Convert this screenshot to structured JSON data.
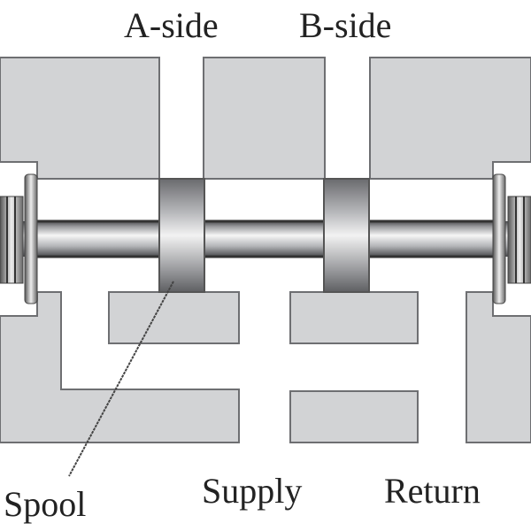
{
  "labels": {
    "a_side": "A-side",
    "b_side": "B-side",
    "spool": "Spool",
    "supply": "Supply",
    "return": "Return"
  },
  "colors": {
    "body": "#d2d3d5",
    "edge": "#6e6f72",
    "steel_dark": "#5a5b5e",
    "steel_light": "#f4f4f4"
  }
}
